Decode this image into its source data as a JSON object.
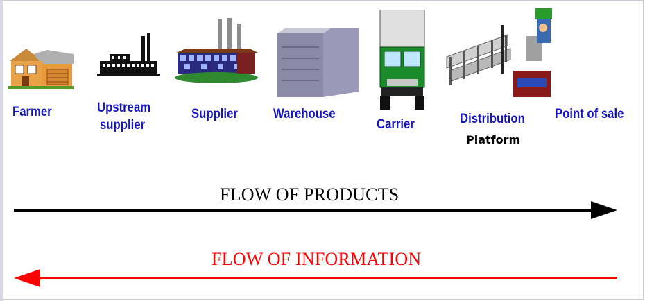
{
  "nodes": [
    {
      "id": "farmer",
      "label_lines": [
        "Farmer"
      ],
      "icon": "house-icon"
    },
    {
      "id": "upstream-supplier",
      "label_lines": [
        "Upstream",
        "supplier"
      ],
      "icon": "factory-icon"
    },
    {
      "id": "supplier",
      "label_lines": [
        "Supplier"
      ],
      "icon": "industrial-plant-icon"
    },
    {
      "id": "warehouse",
      "label_lines": [
        "Warehouse"
      ],
      "icon": "warehouse-icon"
    },
    {
      "id": "carrier",
      "label_lines": [
        "Carrier"
      ],
      "icon": "truck-icon"
    },
    {
      "id": "distribution",
      "label_lines": [
        "Distribution"
      ],
      "sublabel": "Platform",
      "icon": "distribution-platform-icon"
    },
    {
      "id": "point-of-sale",
      "label_lines": [
        "Point of sale"
      ],
      "icon": ""
    }
  ],
  "flows": {
    "products": {
      "title": "FLOW OF PRODUCTS",
      "color": "#000000",
      "direction": "right"
    },
    "information": {
      "title": "FLOW OF INFORMATION",
      "color": "#ff0000",
      "direction": "left"
    }
  },
  "colors": {
    "label": "#1515c4"
  }
}
